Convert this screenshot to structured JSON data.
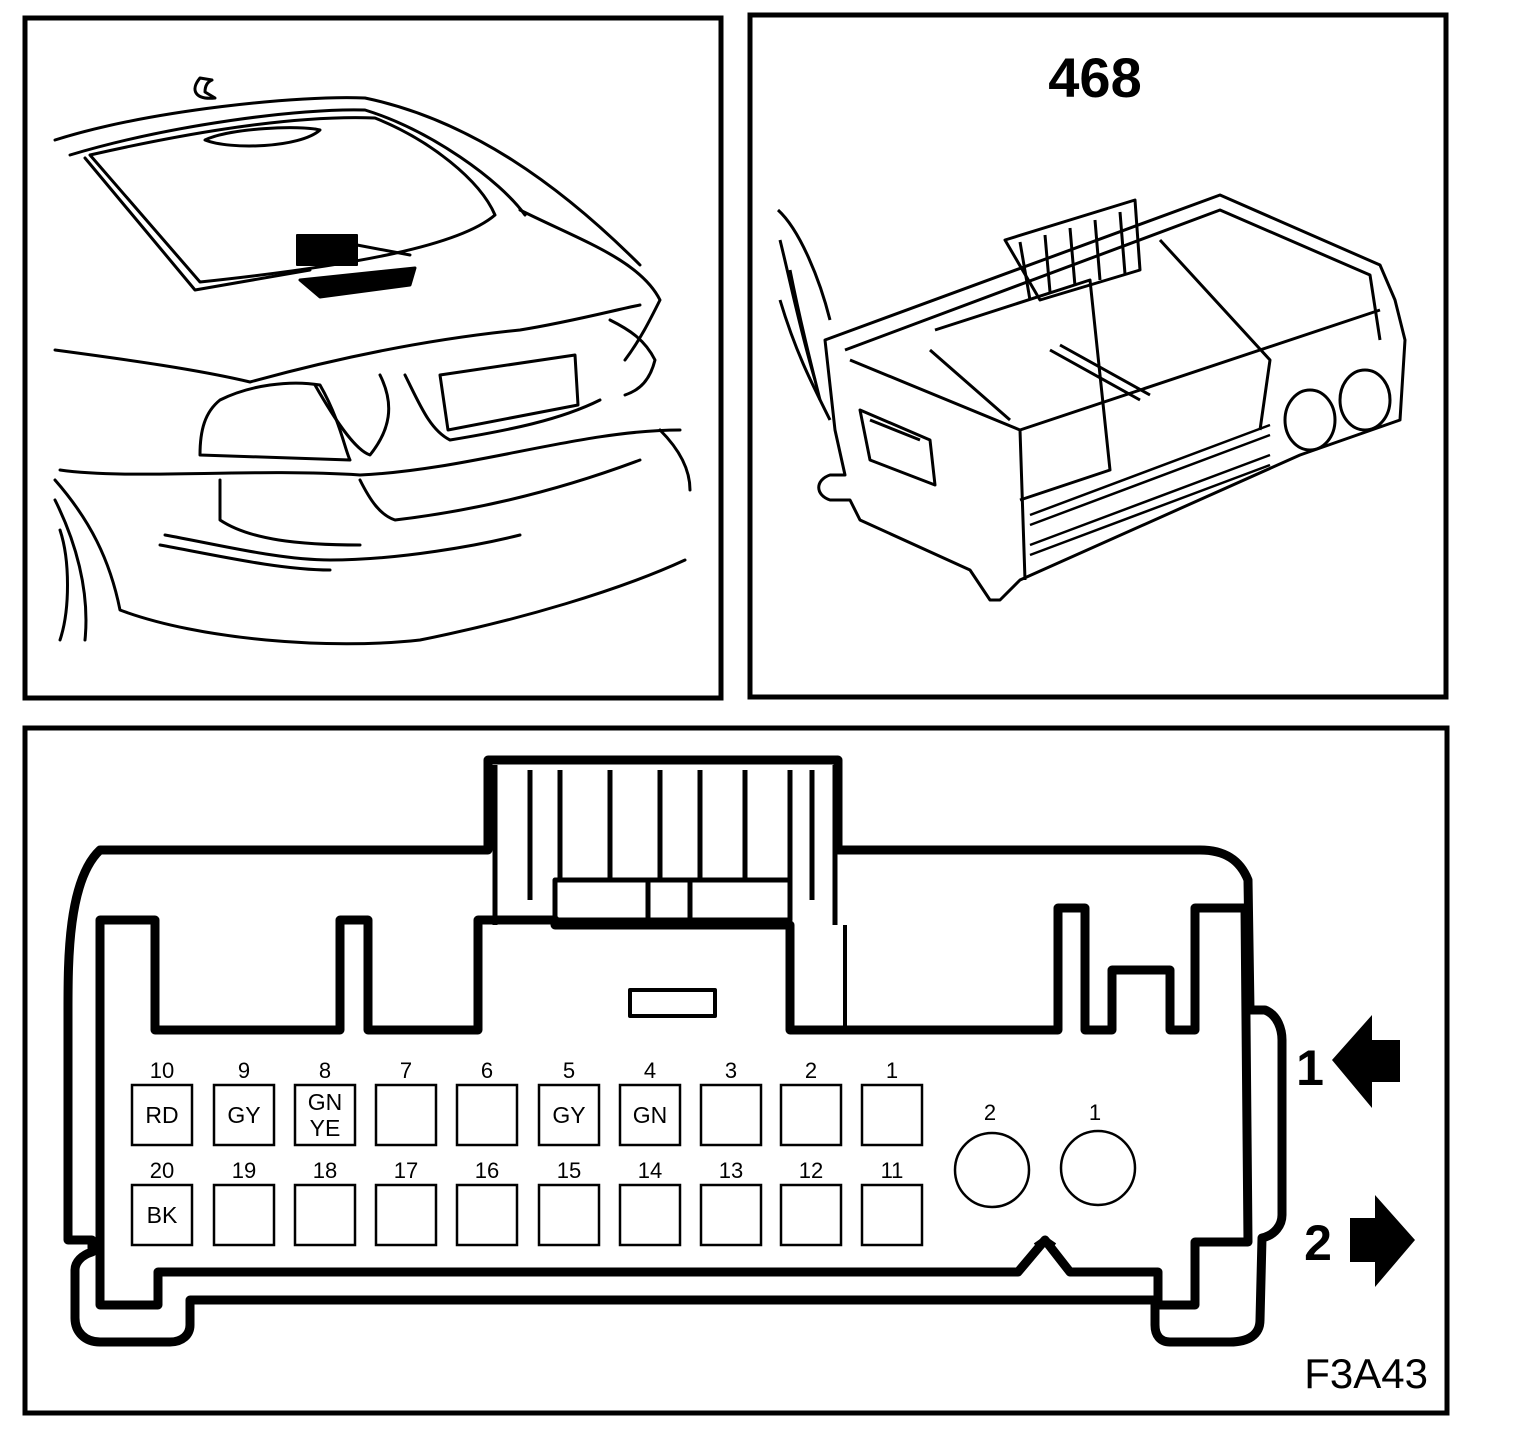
{
  "connector_number": "468",
  "figure_code": "F3A43",
  "direction_labels": [
    "1",
    "2"
  ],
  "large_pins": [
    {
      "number": "2"
    },
    {
      "number": "1"
    }
  ],
  "pins": [
    {
      "number": "10",
      "color": "RD"
    },
    {
      "number": "9",
      "color": "GY"
    },
    {
      "number": "8",
      "color": "GN YE"
    },
    {
      "number": "7",
      "color": ""
    },
    {
      "number": "6",
      "color": ""
    },
    {
      "number": "5",
      "color": "GY"
    },
    {
      "number": "4",
      "color": "GN"
    },
    {
      "number": "3",
      "color": ""
    },
    {
      "number": "2",
      "color": ""
    },
    {
      "number": "1",
      "color": ""
    },
    {
      "number": "20",
      "color": "BK"
    },
    {
      "number": "19",
      "color": ""
    },
    {
      "number": "18",
      "color": ""
    },
    {
      "number": "17",
      "color": ""
    },
    {
      "number": "16",
      "color": ""
    },
    {
      "number": "15",
      "color": ""
    },
    {
      "number": "14",
      "color": ""
    },
    {
      "number": "13",
      "color": ""
    },
    {
      "number": "12",
      "color": ""
    },
    {
      "number": "11",
      "color": ""
    }
  ]
}
